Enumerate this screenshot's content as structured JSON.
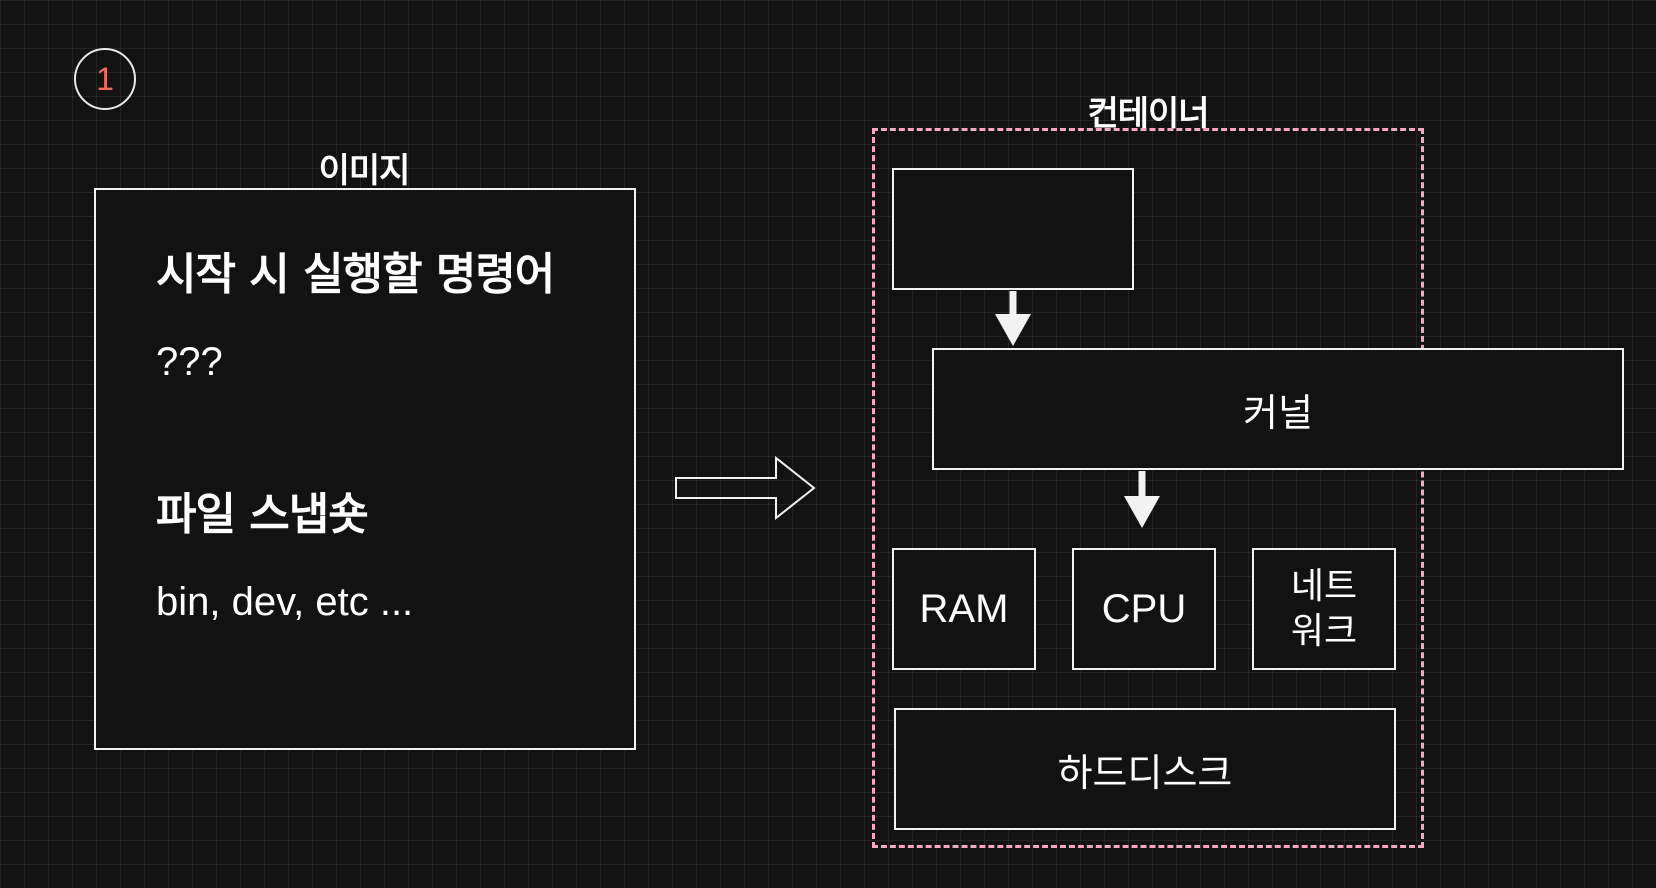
{
  "step_badge": "1",
  "image": {
    "title": "이미지",
    "command_heading": "시작 시 실행할 명령어",
    "command_value": "???",
    "snapshot_heading": "파일 스냅숏",
    "snapshot_value": "bin, dev, etc ..."
  },
  "container": {
    "title": "컨테이너",
    "process_label": "",
    "kernel_label": "커널",
    "ram_label": "RAM",
    "cpu_label": "CPU",
    "network_label": "네트\n워크",
    "disk_label": "하드디스크"
  },
  "colors": {
    "background": "#121212",
    "stroke": "#f2f2f2",
    "container_border": "#f6a8c0",
    "badge_number": "#f06b5c"
  }
}
